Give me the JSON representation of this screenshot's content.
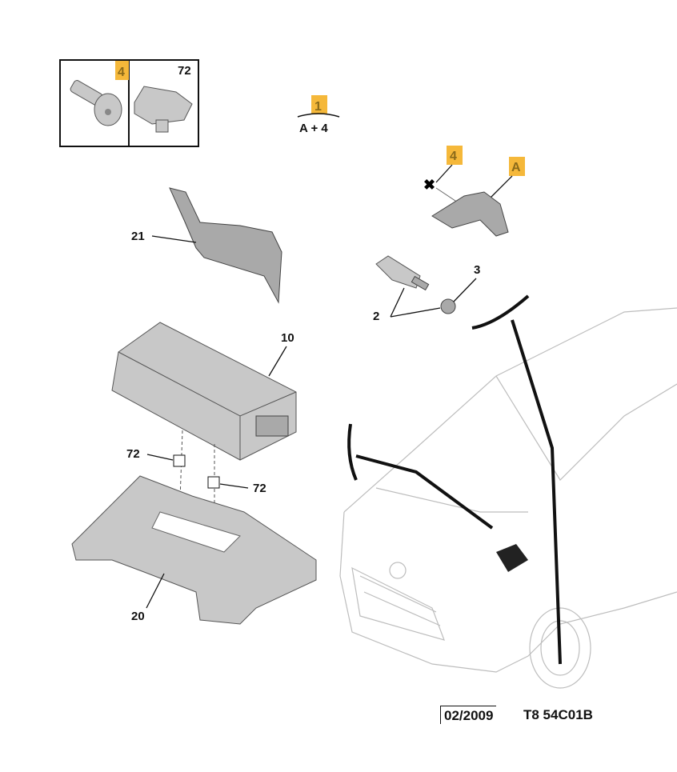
{
  "inset_box": {
    "left_ref": "4",
    "right_ref": "72"
  },
  "kit": {
    "ref": "1",
    "contents": "A + 4"
  },
  "callouts": {
    "screw": "4",
    "sensor": "A",
    "shield": "21",
    "ecu": "10",
    "valve": "2",
    "cap": "3",
    "clip_left": "72",
    "clip_right": "72",
    "bracket": "20"
  },
  "footer": {
    "date": "02/2009",
    "code": "T8 54C01B"
  },
  "colors": {
    "highlight": "#f5b83a",
    "ink": "#111111"
  }
}
